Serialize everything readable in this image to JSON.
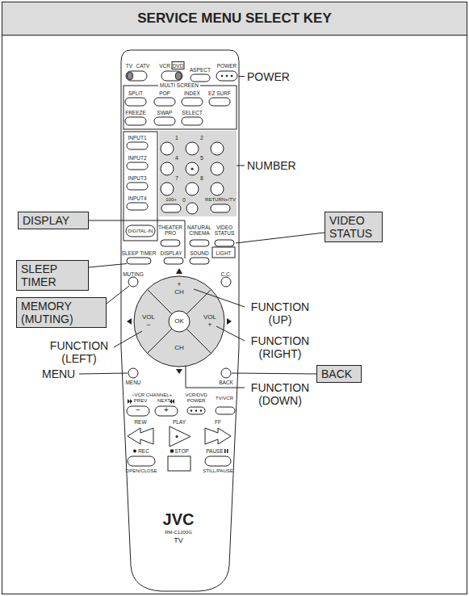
{
  "diagram": {
    "title": "SERVICE MENU SELECT KEY",
    "nodes": [
      {
        "text": [
          "DISPLAY"
        ]
      },
      {
        "text": [
          "VIDEO STATUS"
        ]
      },
      {
        "text": [
          "SLEEP TIMER"
        ]
      },
      {
        "text": [
          "MEMORY (MUTING)"
        ]
      },
      {
        "text": [
          "BACK"
        ]
      }
    ],
    "labels": [
      "POWER",
      "NUMBER",
      "FUNCTION (UP)",
      "FUNCTION (RIGHT)",
      "FUNCTION (LEFT)",
      "MENU",
      "FUNCTION (DOWN)",
      "TV",
      "CATV",
      "VCR",
      "DVD",
      "ASPECT",
      "POWER",
      "MULTI SCREEN",
      "SPLIT",
      "POP",
      "INDEX",
      "EZ SURF",
      "FREEZE",
      "SWAP",
      "SELECT",
      "INPUT1",
      "INPUT2",
      "INPUT3",
      "INPUT4",
      "1",
      "2",
      "4",
      "5",
      "7",
      "8",
      "0",
      "100+",
      "RETURN+/TV",
      "DIGITAL-IN",
      "THEATER PRO",
      "NATURAL CINEMA",
      "VIDEO STATUS",
      "SLEEP TIMER",
      "DISPLAY",
      "SOUND",
      "LIGHT",
      "MUTING",
      "C.C.",
      "+",
      "CH",
      "VOL",
      "−",
      "OK",
      "VOL",
      "+",
      "CH",
      "MENU",
      "BACK",
      "−VCR CHANNEL+",
      "PREV",
      "NEXT",
      "−",
      "+",
      "VCR/DVD POWER",
      "TV/VCR",
      "REW",
      "PLAY",
      "FF",
      "REC",
      "STOP",
      "PAUSE",
      "OPEN/CLOSE",
      "STILL/PAUSE",
      "JVC",
      "RM-C1200G",
      "TV"
    ]
  }
}
